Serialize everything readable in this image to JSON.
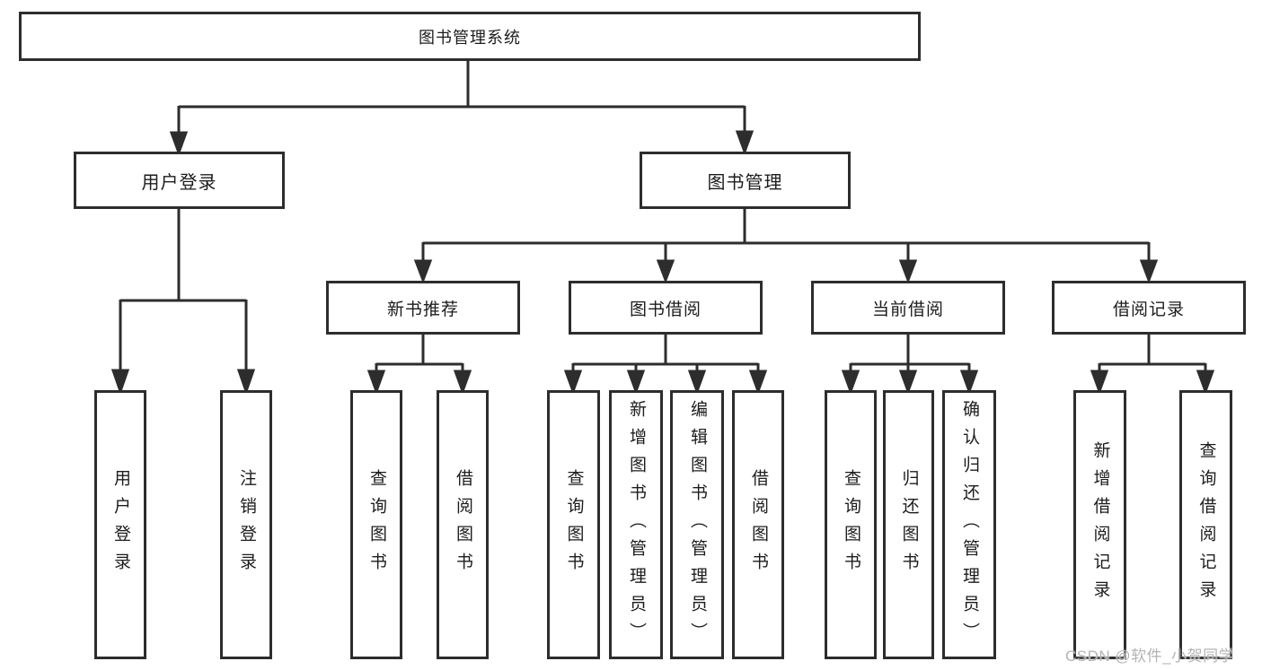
{
  "diagram": {
    "root": {
      "label": "图书管理系统"
    },
    "user_login": {
      "label": "用户登录",
      "leaves": [
        "用户登录",
        "注销登录"
      ]
    },
    "book_mgmt": {
      "label": "图书管理",
      "sections": [
        {
          "label": "新书推荐",
          "leaves": [
            "查询图书",
            "借阅图书"
          ]
        },
        {
          "label": "图书借阅",
          "leaves": [
            "查询图书",
            "新增图书（管理员）",
            "编辑图书（管理员）",
            "借阅图书"
          ]
        },
        {
          "label": "当前借阅",
          "leaves": [
            "查询图书",
            "归还图书",
            "确认归还（管理员）"
          ]
        },
        {
          "label": "借阅记录",
          "leaves": [
            "新增借阅记录",
            "查询借阅记录"
          ]
        }
      ]
    },
    "watermark": "CSDN @软件_小贺同学",
    "colors": {
      "line": "#2d2d2d",
      "text": "#1c1c1c",
      "watermark": "#b3b3b3",
      "background": "#ffffff"
    }
  }
}
